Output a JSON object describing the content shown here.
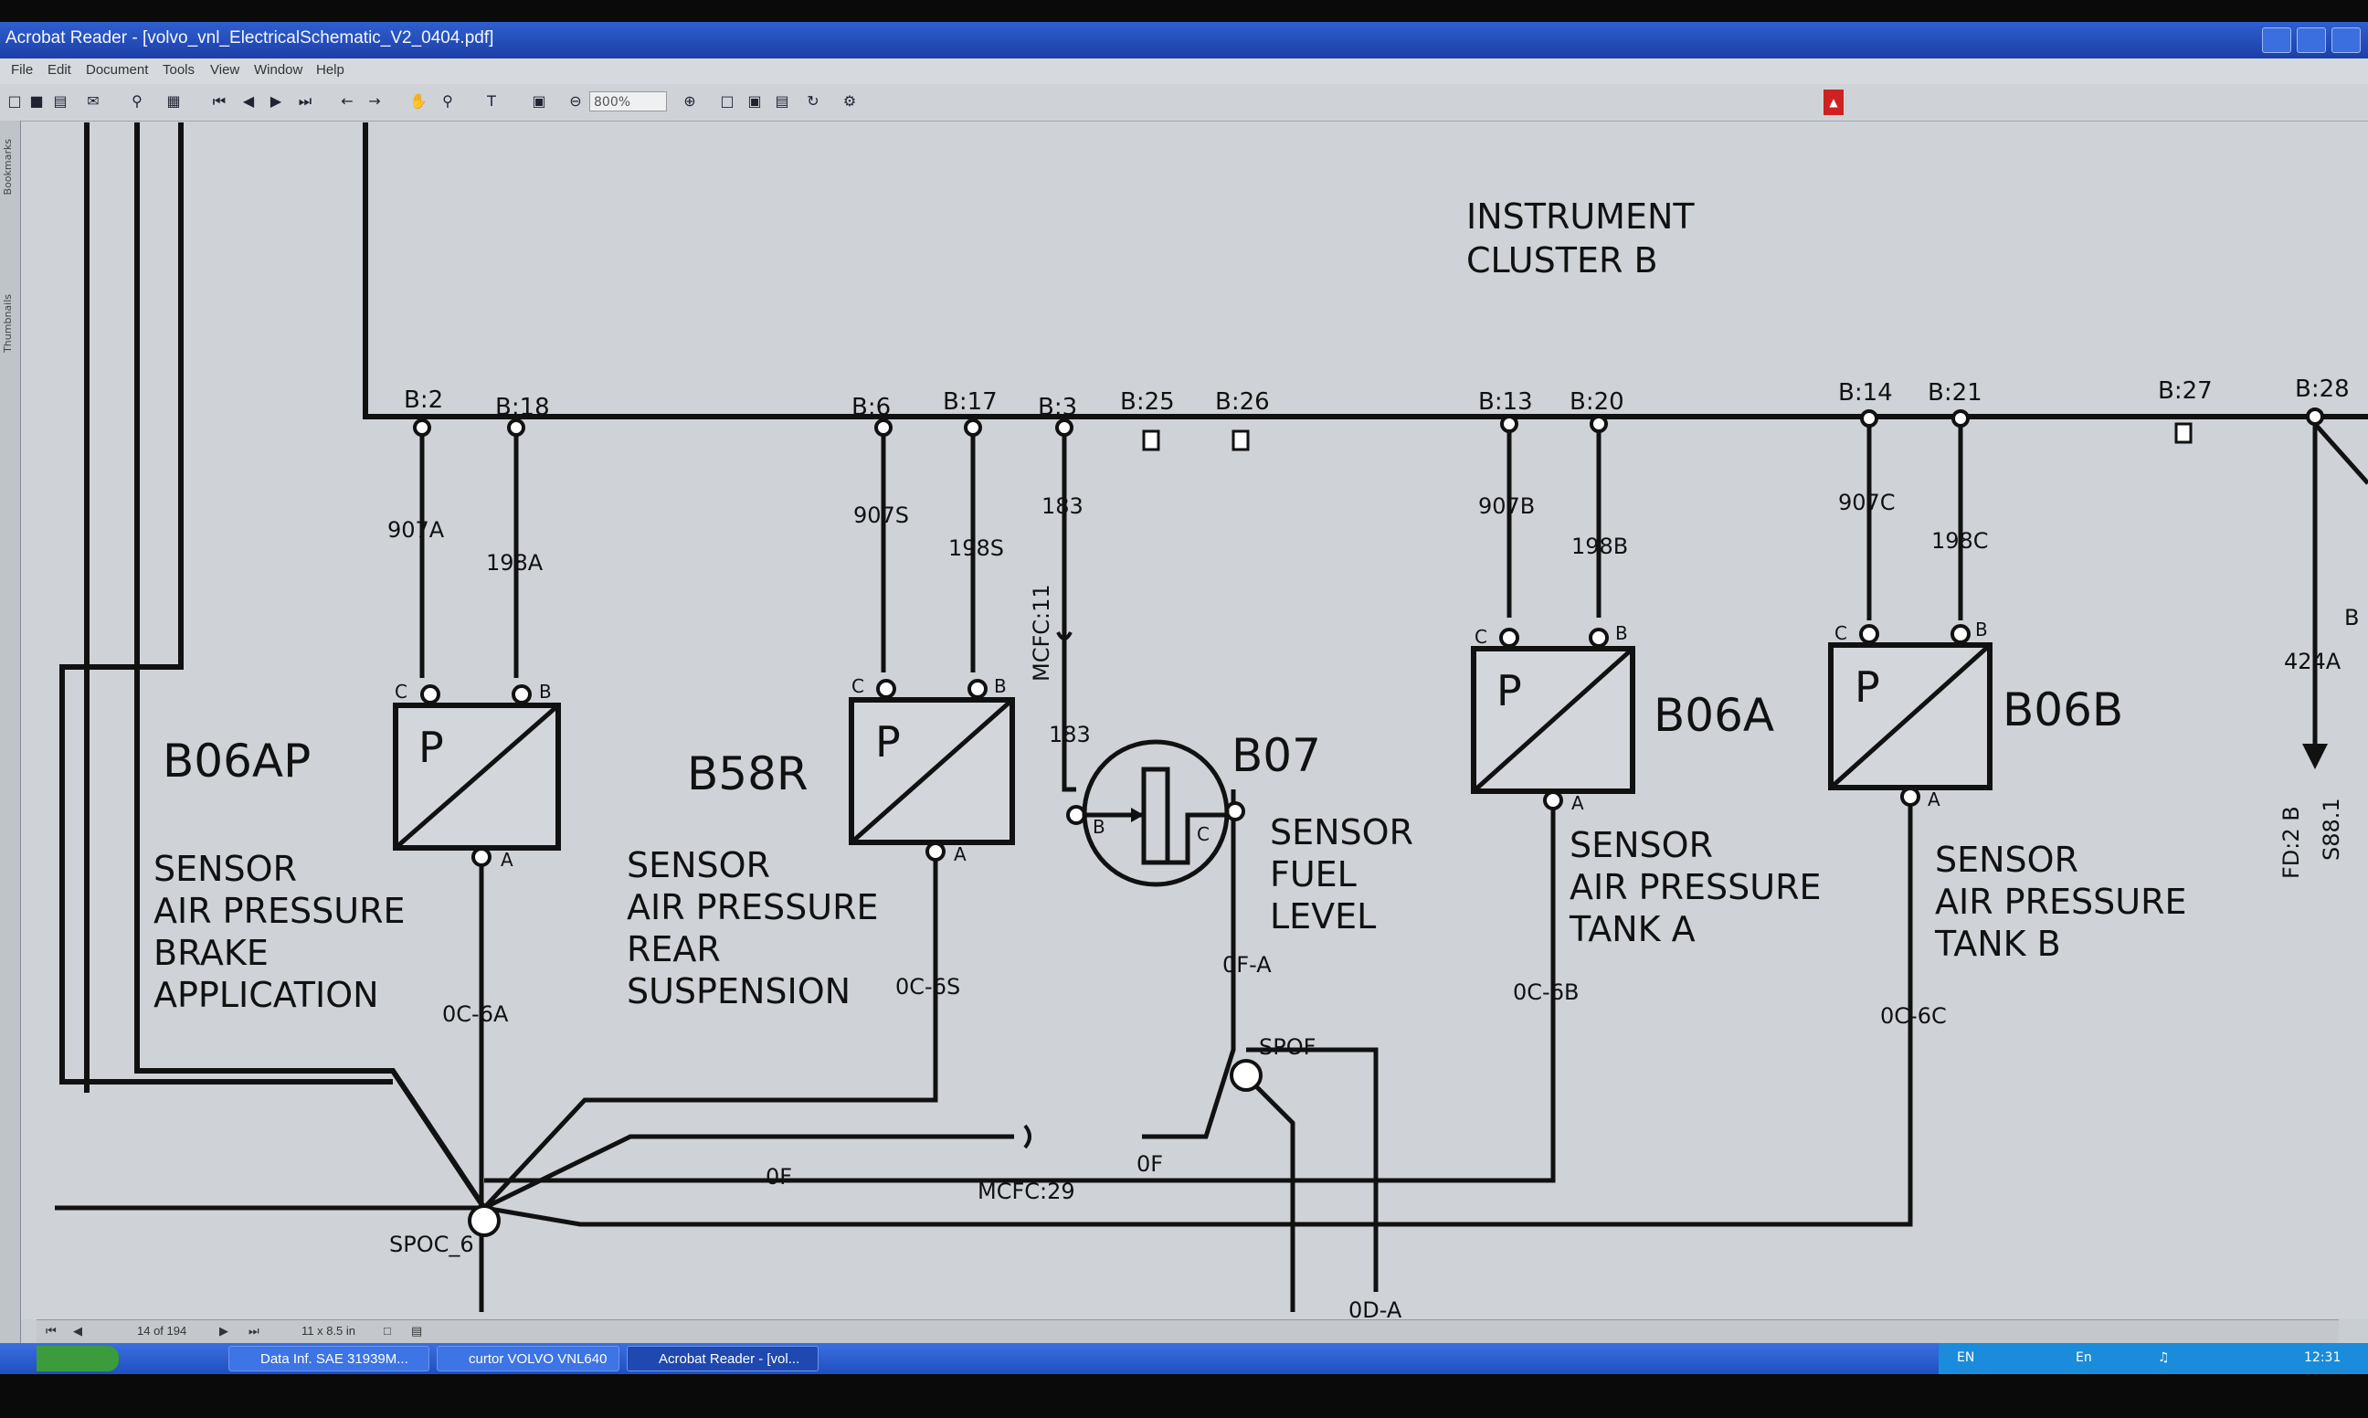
{
  "window": {
    "title": "Acrobat Reader - [volvo_vnl_ElectricalSchematic_V2_0404.pdf]"
  },
  "menu": [
    "File",
    "Edit",
    "Document",
    "Tools",
    "View",
    "Window",
    "Help"
  ],
  "toolbar": {
    "zoom": "800%"
  },
  "side_tabs": [
    "Bookmarks",
    "Thumbnails"
  ],
  "schematic": {
    "title_line1": "INSTRUMENT",
    "title_line2": "CLUSTER B",
    "pins": {
      "b2": "B:2",
      "b18": "B:18",
      "b6": "B:6",
      "b17": "B:17",
      "b3": "B:3",
      "b25": "B:25",
      "b26": "B:26",
      "b13": "B:13",
      "b20": "B:20",
      "b14": "B:14",
      "b21": "B:21",
      "b27": "B:27",
      "b28": "B:28"
    },
    "wires": {
      "w907a": "907A",
      "w198a": "198A",
      "w907s": "907S",
      "w198s": "198S",
      "w183a": "183",
      "w183b": "183",
      "w907b": "907B",
      "w198b": "198B",
      "w907c": "907C",
      "w198c": "198C",
      "w424a": "424A",
      "w0c6a": "0C-6A",
      "w0c6s": "0C-6S",
      "w0c6b": "0C-6B",
      "w0c6c": "0C-6C",
      "w0fa": "0F-A",
      "w0f1": "0F",
      "w0f2": "0F",
      "w0da": "0D-A"
    },
    "connectors": {
      "mcfc11": "MCFC:11",
      "mcfc29": "MCFC:29",
      "spoc6": "SPOC_6",
      "spof": "SPOF",
      "fd2b": "FD:2 B",
      "s88": "S88.1",
      "b_right": "B"
    },
    "components": {
      "b06ap": {
        "id": "B06AP",
        "l1": "SENSOR",
        "l2": "AIR PRESSURE",
        "l3": "BRAKE",
        "l4": "APPLICATION"
      },
      "b58r": {
        "id": "B58R",
        "l1": "SENSOR",
        "l2": "AIR PRESSURE",
        "l3": "REAR",
        "l4": "SUSPENSION"
      },
      "b07": {
        "id": "B07",
        "l1": "SENSOR",
        "l2": "FUEL",
        "l3": "LEVEL"
      },
      "b06a": {
        "id": "B06A",
        "l1": "SENSOR",
        "l2": "AIR PRESSURE",
        "l3": "TANK A"
      },
      "b06b": {
        "id": "B06B",
        "l1": "SENSOR",
        "l2": "AIR PRESSURE",
        "l3": "TANK B"
      }
    },
    "sensor_symbol": "P",
    "pin_letters": {
      "c": "C",
      "b": "B",
      "a": "A"
    }
  },
  "statusbar": {
    "page": "14 of 194",
    "size": "11 x 8.5 in"
  },
  "taskbar": {
    "tasks": [
      "Data Inf. SAE 31939M...",
      "curtor VOLVO VNL640",
      "Acrobat Reader - [vol..."
    ],
    "lang": "EN",
    "lang2": "En",
    "clock": "12:31"
  }
}
